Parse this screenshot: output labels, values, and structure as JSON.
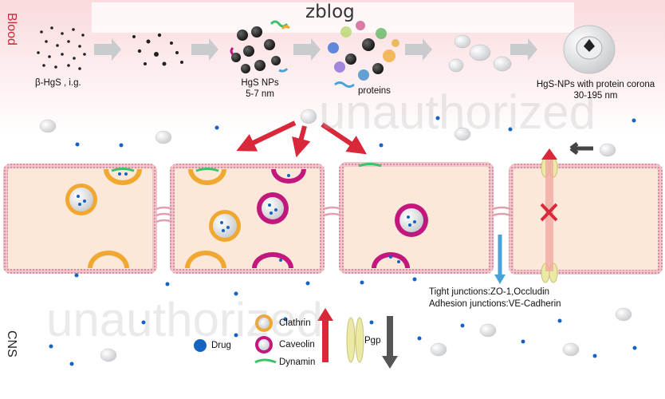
{
  "brand": "zblog",
  "watermark": "unauthorized",
  "regions": {
    "blood": "Blood",
    "cns": "CNS"
  },
  "steps": {
    "s1": "β-HgS , i.g.",
    "s2_line1": "HgS NPs",
    "s2_line2": "5-7 nm",
    "s3": "proteins",
    "s4_line1": "HgS-NPs with protein corona",
    "s4_line2": "30-195 nm"
  },
  "junctions": {
    "tight": "Tight junctions:ZO-1,Occludin",
    "adhesion": "Adhesion junctions:VE-Cadherin"
  },
  "legend": {
    "clathrin": "Clathrin",
    "caveolin": "Caveolin",
    "dynamin": "Dynamin",
    "drug": "Drug",
    "pgp": "Pgp"
  },
  "colors": {
    "blood_bg": "#fbe4e6",
    "cell_fill": "#fbe8d8",
    "membrane": "#d98e9c",
    "clathrin": "#f0a830",
    "caveolin": "#c2187e",
    "dynamin": "#3cc36a",
    "drug": "#1565c0",
    "arrow_red": "#d9283a",
    "arrow_gray": "#555555",
    "arrow_blue": "#4aa3d8",
    "pgp": "#ebe9a3"
  }
}
